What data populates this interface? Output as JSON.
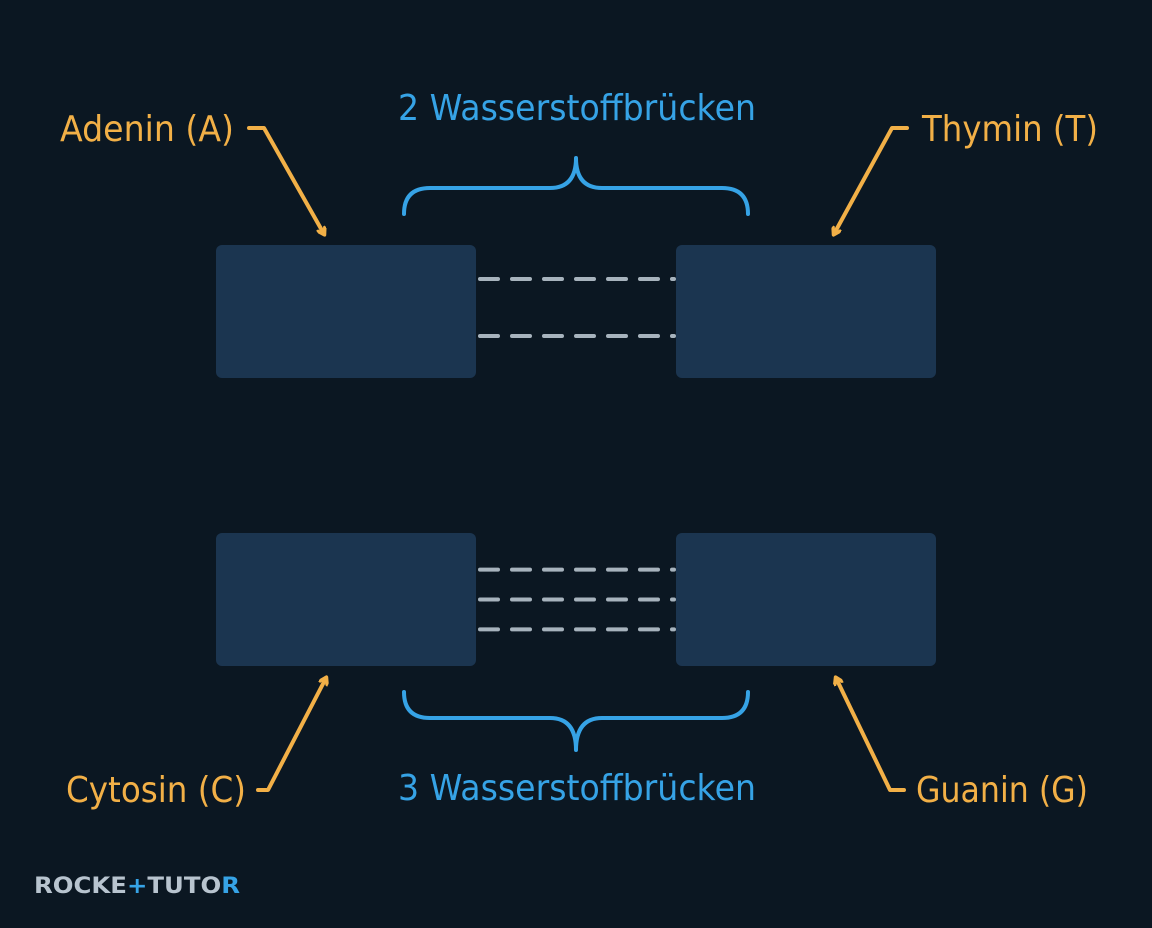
{
  "labels": {
    "adenine": "Adenin (A)",
    "thymine": "Thymin (T)",
    "cytosine": "Cytosin (C)",
    "guanine": "Guanin (G)",
    "bonds_top": "2 Wasserstoffbrücken",
    "bonds_bottom": "3 Wasserstoffbrücken"
  },
  "bond_counts": {
    "top_pair": 2,
    "bottom_pair": 3
  },
  "logo": {
    "part1": "ROCKE",
    "part2": "+",
    "part3": "TUTO",
    "part4": "R"
  },
  "colors": {
    "background": "#0b1722",
    "base_box": "#1b3550",
    "label_orange": "#f2b047",
    "accent_blue": "#36a3e6",
    "bond_gray": "#a7b3bd"
  }
}
